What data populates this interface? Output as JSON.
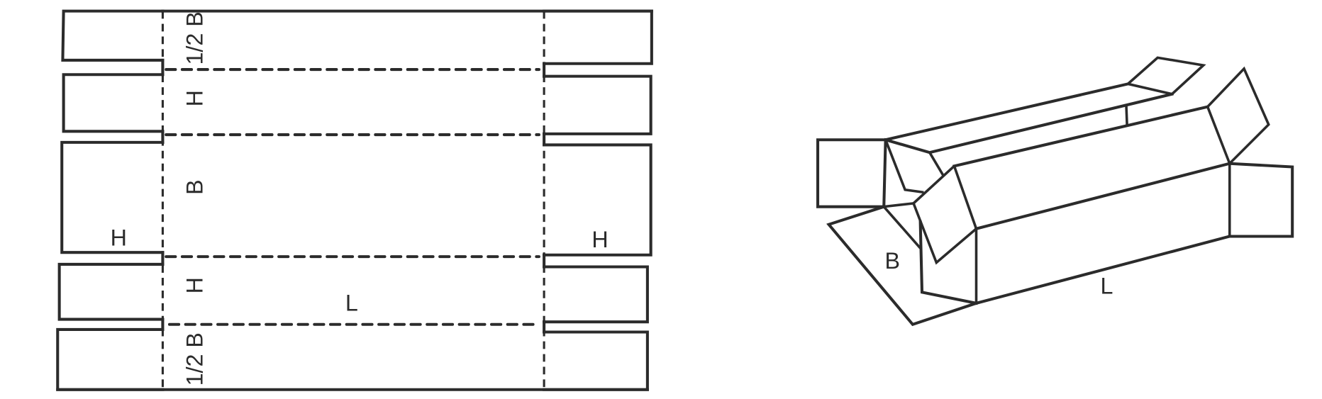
{
  "diagram": {
    "flat_layout": {
      "panel_labels": [
        "1/2 B",
        "H",
        "B",
        "H",
        "1/2 B"
      ],
      "left_flap_label": "H",
      "right_flap_label": "H",
      "length_label": "L"
    },
    "box_3d": {
      "width_label": "B",
      "length_label": "L"
    },
    "line_color": "#2b2b2b"
  }
}
